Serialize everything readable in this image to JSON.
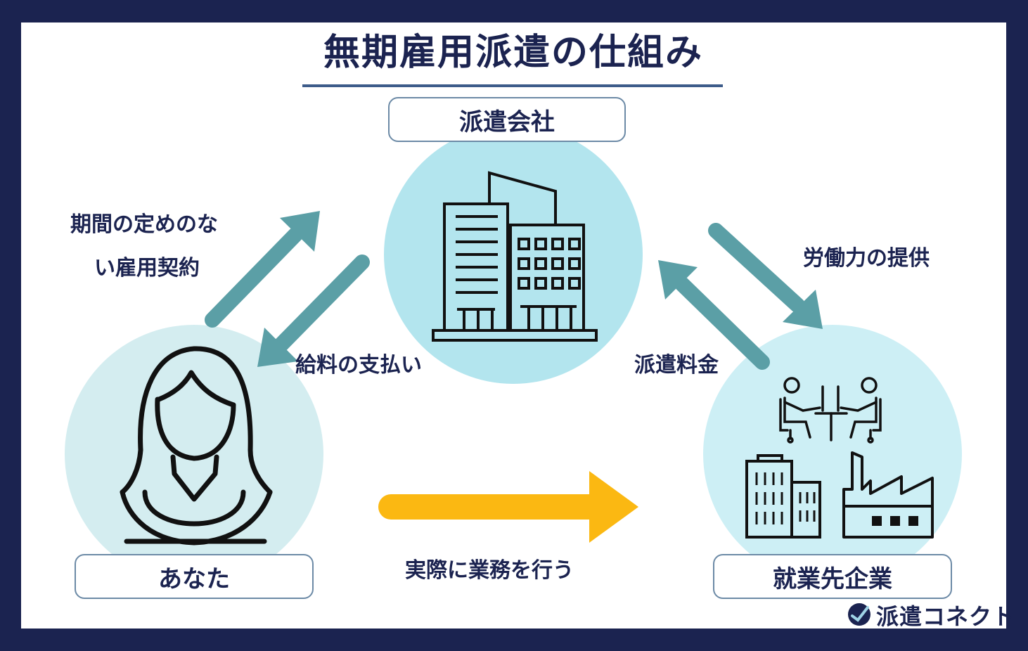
{
  "title": "無期雇用派遣の仕組み",
  "nodes": {
    "agency": {
      "label": "派遣会社"
    },
    "you": {
      "label": "あなた"
    },
    "client": {
      "label": "就業先企業"
    }
  },
  "edges": {
    "contract": {
      "line1": "期間の定めのな",
      "line2": "い雇用契約"
    },
    "salary": {
      "label": "給料の支払い"
    },
    "labor": {
      "label": "労働力の提供"
    },
    "fee": {
      "label": "派遣料金"
    },
    "work": {
      "label": "実際に業務を行う"
    }
  },
  "brand": {
    "text": "派遣コネクト"
  },
  "colors": {
    "navy": "#1b2350",
    "teal_arrow": "#5b9fa6",
    "yellow_arrow": "#fbb812",
    "circle_agency": "#b3e5ee",
    "circle_you": "#d4edf0",
    "circle_client": "#cdeff5"
  }
}
